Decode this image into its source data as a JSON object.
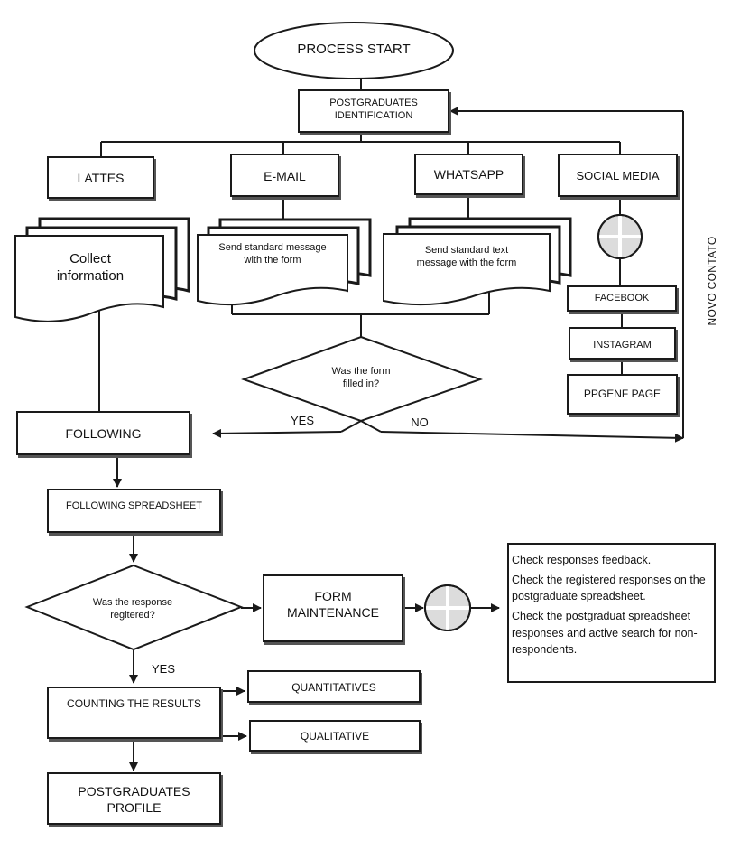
{
  "nodes": {
    "start": "PROCESS START",
    "identification": "POSTGRADUATES\nIDENTIFICATION",
    "lattes": "LATTES",
    "email": "E-MAIL",
    "whatsapp": "WHATSAPP",
    "social_media": "SOCIAL MEDIA",
    "collect": "Collect\ninformation",
    "email_doc": "Send standard message\nwith the form",
    "whatsapp_doc": "Send standard text\nmessage with the form",
    "facebook": "FACEBOOK",
    "instagram": "INSTAGRAM",
    "ppgenf": "PPGENF PAGE",
    "decision_form": "Was the form\nfilled in?",
    "yes1": "YES",
    "no1": "NO",
    "following": "FOLLOWING",
    "spreadsheet": "FOLLOWING SPREADSHEET",
    "decision_response": "Was the response\nregitered?",
    "form_maintenance": "FORM\nMAINTENANCE",
    "yes2": "YES",
    "counting": "COUNTING THE RESULTS",
    "quantitatives": "QUANTITATIVES",
    "qualitative": "QUALITATIVE",
    "profile": "POSTGRADUATES\nPROFILE",
    "novo_contato": "NOVO CONTATO"
  },
  "notes": [
    "Check responses feedback.",
    "Check the registered responses on the postgraduate spreadsheet.",
    "Check the postgraduat spreadsheet responses and active search for non-respondents."
  ]
}
